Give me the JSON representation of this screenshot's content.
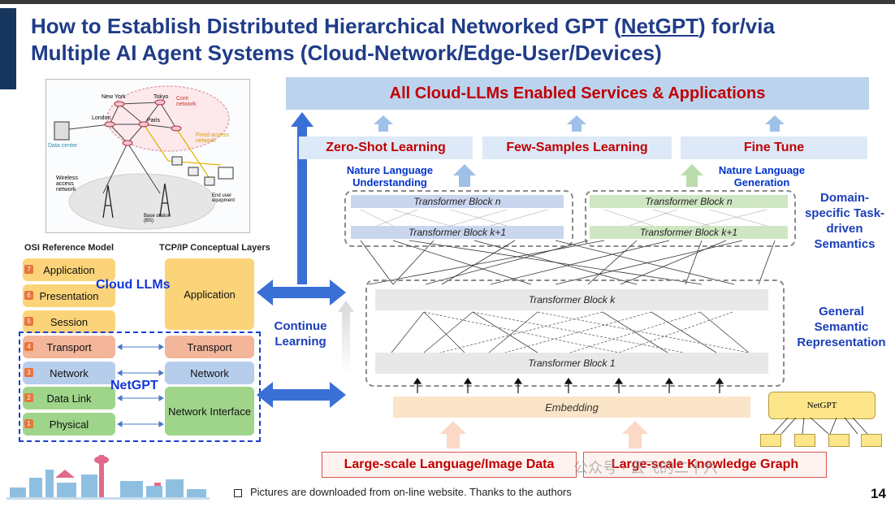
{
  "header": {
    "title_part1": "How to Establish Distributed Hierarchical Networked GPT (",
    "title_netgpt": "NetGPT",
    "title_part2": ") for/via",
    "title_line2": "Multiple AI Agent Systems (Cloud-Network/Edge-User/Devices)"
  },
  "network_figure": {
    "core_network": "Core network",
    "new_york": "New York",
    "tokyo": "Tokyo",
    "london": "London",
    "paris": "Paris",
    "data_center": "Data center",
    "fixed_access": "Fixed access network",
    "wireless_access": "Wireless access network",
    "base_station": "Base station (BS)",
    "end_user": "End user equipment"
  },
  "osi": {
    "osi_heading": "OSI Reference Model",
    "tcp_heading": "TCP/IP Conceptual Layers",
    "layers": [
      {
        "num": "7",
        "label": "Application"
      },
      {
        "num": "6",
        "label": "Presentation"
      },
      {
        "num": "5",
        "label": "Session"
      },
      {
        "num": "4",
        "label": "Transport"
      },
      {
        "num": "3",
        "label": "Network"
      },
      {
        "num": "2",
        "label": "Data Link"
      },
      {
        "num": "1",
        "label": "Physical"
      }
    ],
    "tcp_layers": [
      "Application",
      "Transport",
      "Network",
      "Network Interface"
    ],
    "cloud_llms": "Cloud LLMs",
    "netgpt": "NetGPT"
  },
  "arch": {
    "banner": "All Cloud-LLMs Enabled Services & Applications",
    "learning": [
      "Zero-Shot Learning",
      "Few-Samples Learning",
      "Fine Tune"
    ],
    "nlu": "Nature Language Understanding",
    "nlg": "Nature Language Generation",
    "tb_n": "Transformer Block n",
    "tb_k1": "Transformer Block k+1",
    "tb_k": "Transformer Block k",
    "tb_1": "Transformer Block 1",
    "embedding": "Embedding",
    "continue_learning": "Continue Learning",
    "domain_specific": "Domain-specific Task-driven Semantics",
    "general_semantic": "General Semantic Representation",
    "data_lang": "Large-scale Language/Image Data",
    "data_kg": "Large-scale Knowledge Graph",
    "netgpt_tree": "NetGPT"
  },
  "footer": {
    "note": "Pictures are downloaded from on-line website. Thanks to the authors",
    "page": "14",
    "watermark": "公众号 · 云飞的二十六"
  },
  "colors": {
    "title": "#1f3c88",
    "accent_red": "#c00000",
    "label_blue": "#0033cc",
    "arrow_blue": "#3a6fd6"
  }
}
